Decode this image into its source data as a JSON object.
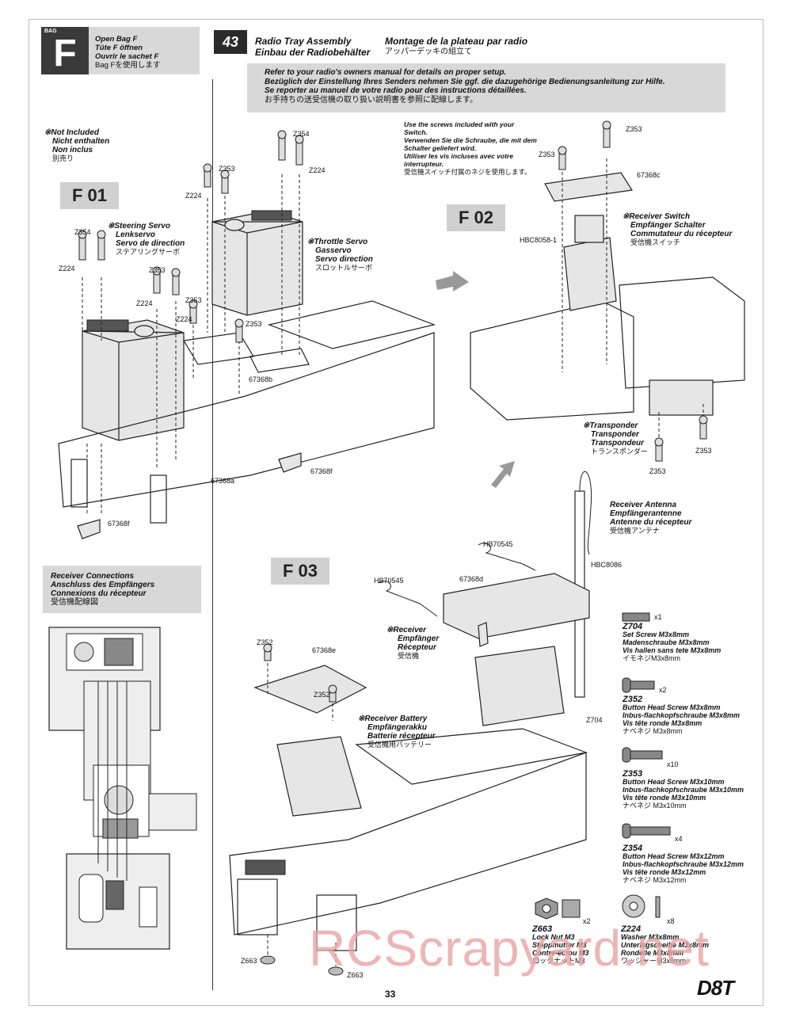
{
  "bag": {
    "small": "BAG",
    "letter": "F",
    "lines": [
      "Open Bag F",
      "Tüte F öffnen",
      "Ouvrir le sachet F",
      "Bag Fを使用します"
    ]
  },
  "step": {
    "number": "43",
    "title_en": "Radio Tray Assembly",
    "title_de": "Einbau der Radiobehälter",
    "title_fr": "Montage de la plateau par radio",
    "title_jp": "アッパーデッキの組立て"
  },
  "note": [
    "Refer to your radio's owners manual for details on proper setup.",
    "Bezüglich der Einstellung Ihres Senders nehmen Sie ggf. die dazugehörige Bedienungsanleitung zur Hilfe.",
    "Se reporter au manuel de votre radio pour des instructions détaillées.",
    "お手持ちの送受信機の取り扱い説明書を参照に配線します。"
  ],
  "not_included": [
    "※Not Included",
    "Nicht enthalten",
    "Non inclus",
    "別売り"
  ],
  "substeps": [
    "F 01",
    "F 02",
    "F 03"
  ],
  "f01": {
    "steering": [
      "※Steering Servo",
      "Lenkservo",
      "Servo de direction",
      "ステアリングサーボ"
    ],
    "throttle": [
      "※Throttle Servo",
      "Gasservo",
      "Servo direction",
      "スロットルサーボ"
    ],
    "parts": {
      "z354a": "Z354",
      "z224a": "Z224",
      "z353a": "Z353",
      "z224b": "Z224",
      "z353b": "Z353",
      "z224c": "Z224",
      "z354b": "Z354",
      "z224d": "Z224",
      "z353c": "Z353",
      "z224e": "Z224",
      "z353d": "Z353",
      "p67368b": "67368b",
      "p67368f1": "67368f",
      "p67368a": "67368a",
      "p67368f2": "67368f"
    }
  },
  "f02": {
    "screw_note": [
      "Use the screws included with your Switch.",
      "Verwenden Sie die Schraube, die mit dem Schalter geliefert wird.",
      "Utiliser les vis incluses avec votre interrupteur.",
      "受信機スイッチ付属のネジを使用します。"
    ],
    "switch": [
      "※Receiver Switch",
      "Empfänger Schalter",
      "Commutateur du récepteur",
      "受信機スイッチ"
    ],
    "transponder": [
      "※Transponder",
      "Transponder",
      "Transpondeur",
      "トランスポンダー"
    ],
    "parts": {
      "z353a": "Z353",
      "z353b": "Z353",
      "p67368c": "67368c",
      "hbc8058": "HBC8058-1",
      "z353c": "Z353",
      "z353d": "Z353"
    }
  },
  "f03": {
    "antenna": [
      "Receiver Antenna",
      "Empfängerantenne",
      "Antenne du récepteur",
      "受信機アンテナ"
    ],
    "receiver": [
      "※Receiver",
      "Empfänger",
      "Récepteur",
      "受信機"
    ],
    "battery": [
      "※Receiver Battery",
      "Empfängerakku",
      "Batterie récepteur",
      "受信機用バッテリー"
    ],
    "parts": {
      "hb70545a": "HB70545",
      "hb70545b": "HB70545",
      "p67368d": "67368d",
      "hbc8086": "HBC8086",
      "z352a": "Z352",
      "p67368e": "67368e",
      "z352b": "Z352",
      "z704": "Z704",
      "z663a": "Z663",
      "z663b": "Z663"
    }
  },
  "connections": [
    "Receiver Connections",
    "Anschluss des Empfängers",
    "Connexions du récepteur",
    "受信機配線図"
  ],
  "hardware": [
    {
      "code": "Z704",
      "qty": "x1",
      "en": "Set Screw M3x8mm",
      "de": "Madenschraube M3x8mm",
      "fr": "Vis hallen sans tete M3x8mm",
      "jp": "イモネジM3x8mm"
    },
    {
      "code": "Z352",
      "qty": "x2",
      "en": "Button Head Screw M3x8mm",
      "de": "Inbus-flachkopfschraube M3x8mm",
      "fr": "Vis tête ronde M3x8mm",
      "jp": "ナベネジ M3x8mm"
    },
    {
      "code": "Z353",
      "qty": "x10",
      "en": "Button Head Screw M3x10mm",
      "de": "Inbus-flachkopfschraube M3x10mm",
      "fr": "Vis tête ronde M3x10mm",
      "jp": "ナベネジ M3x10mm"
    },
    {
      "code": "Z354",
      "qty": "x4",
      "en": "Button Head Screw M3x12mm",
      "de": "Inbus-flachkopfschraube M3x12mm",
      "fr": "Vis tête ronde M3x12mm",
      "jp": "ナベネジ M3x12mm"
    }
  ],
  "nut": {
    "code": "Z663",
    "qty": "x2",
    "en": "Lock Nut M3",
    "de": "Stoppmutter M3",
    "fr": "Contre-écrou M3",
    "jp": "ロックナットM3"
  },
  "washer": {
    "code": "Z224",
    "qty": "x8",
    "en": "Washer M3x8mm",
    "de": "Unterlagscheibe M3x8mm",
    "fr": "Rondelle M3x8mm",
    "jp": "ワッシャーM3x8mm"
  },
  "watermark": "RCScrapyard.net",
  "page_number": "33",
  "logo": "D8T"
}
